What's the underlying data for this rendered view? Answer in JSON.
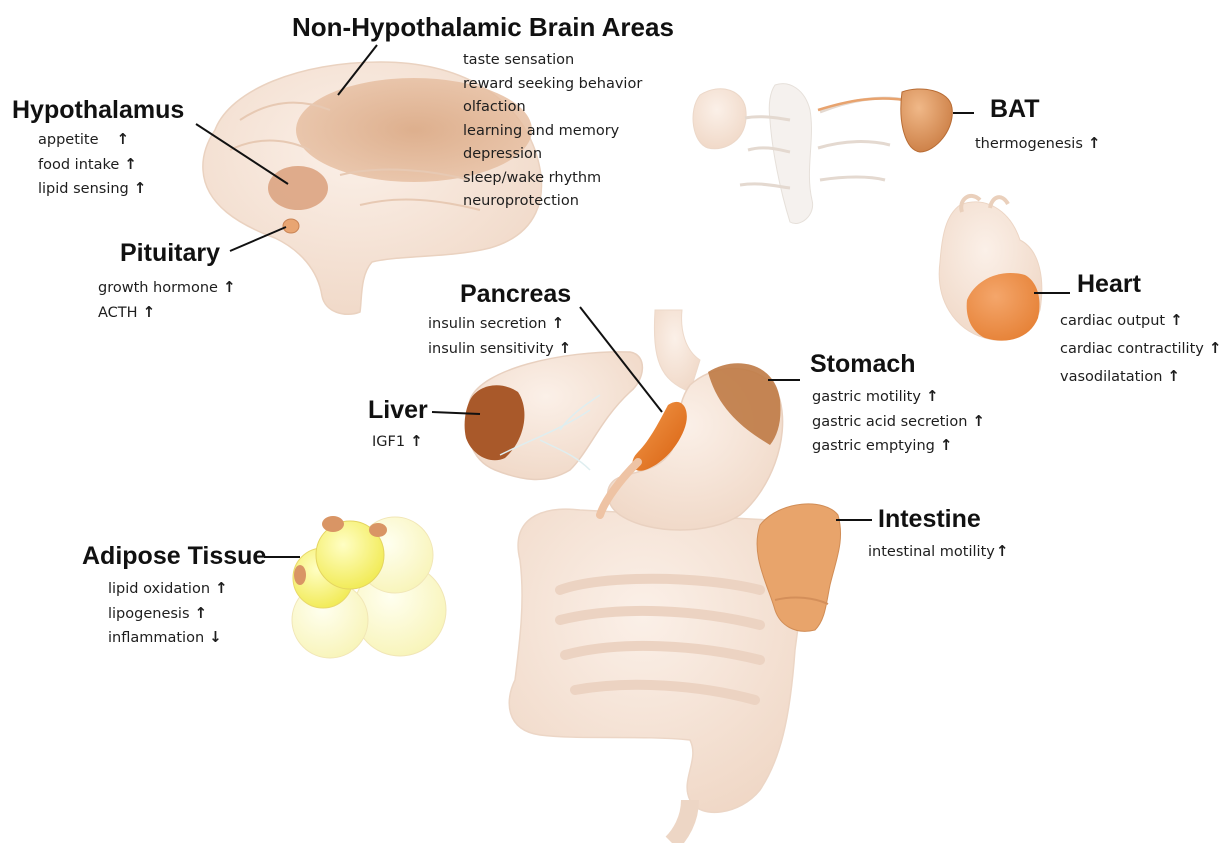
{
  "colors": {
    "organ_base": "#f6e3d6",
    "organ_shadow": "#e9c9b4",
    "highlight_light": "#e8a36e",
    "highlight_medium": "#c9814c",
    "highlight_dark": "#a85a24",
    "pancreas": "#e36e1e",
    "adipose": "#f3f06a",
    "leader_line": "#111111"
  },
  "arrow_up": "↑",
  "arrow_down": "↓",
  "regions": {
    "non_hypothalamic": {
      "title": "Non-Hypothalamic Brain Areas",
      "items": [
        "taste sensation",
        "reward seeking behavior",
        "olfaction",
        "learning and memory",
        "depression",
        "sleep/wake rhythm",
        "neuroprotection"
      ]
    },
    "hypothalamus": {
      "title": "Hypothalamus",
      "items": [
        {
          "label": "appetite",
          "arrow": "↑"
        },
        {
          "label": "food intake",
          "arrow": "↑"
        },
        {
          "label": "lipid sensing",
          "arrow": "↑"
        }
      ]
    },
    "pituitary": {
      "title": "Pituitary",
      "items": [
        {
          "label": "growth hormone",
          "arrow": "↑"
        },
        {
          "label": "ACTH",
          "arrow": "↑"
        }
      ]
    },
    "bat": {
      "title": "BAT",
      "items": [
        {
          "label": "thermogenesis",
          "arrow": "↑"
        }
      ]
    },
    "heart": {
      "title": "Heart",
      "items": [
        {
          "label": "cardiac output",
          "arrow": "↑"
        },
        {
          "label": "cardiac contractility",
          "arrow": "↑"
        },
        {
          "label": "vasodilatation",
          "arrow": "↑"
        }
      ]
    },
    "pancreas": {
      "title": "Pancreas",
      "items": [
        {
          "label": "insulin secretion",
          "arrow": "↑"
        },
        {
          "label": "insulin sensitivity",
          "arrow": "↑"
        }
      ]
    },
    "stomach": {
      "title": "Stomach",
      "items": [
        {
          "label": "gastric motility",
          "arrow": "↑"
        },
        {
          "label": "gastric acid secretion",
          "arrow": "↑"
        },
        {
          "label": "gastric emptying",
          "arrow": "↑"
        }
      ]
    },
    "liver": {
      "title": "Liver",
      "items": [
        {
          "label": "IGF1",
          "arrow": "↑"
        }
      ]
    },
    "intestine": {
      "title": "Intestine",
      "items": [
        {
          "label": "intestinal motility",
          "arrow": "↑"
        }
      ]
    },
    "adipose": {
      "title": "Adipose Tissue",
      "items": [
        {
          "label": "lipid oxidation",
          "arrow": "↑"
        },
        {
          "label": "lipogenesis",
          "arrow": "↑"
        },
        {
          "label": "inflammation",
          "arrow": "↓"
        }
      ]
    }
  }
}
